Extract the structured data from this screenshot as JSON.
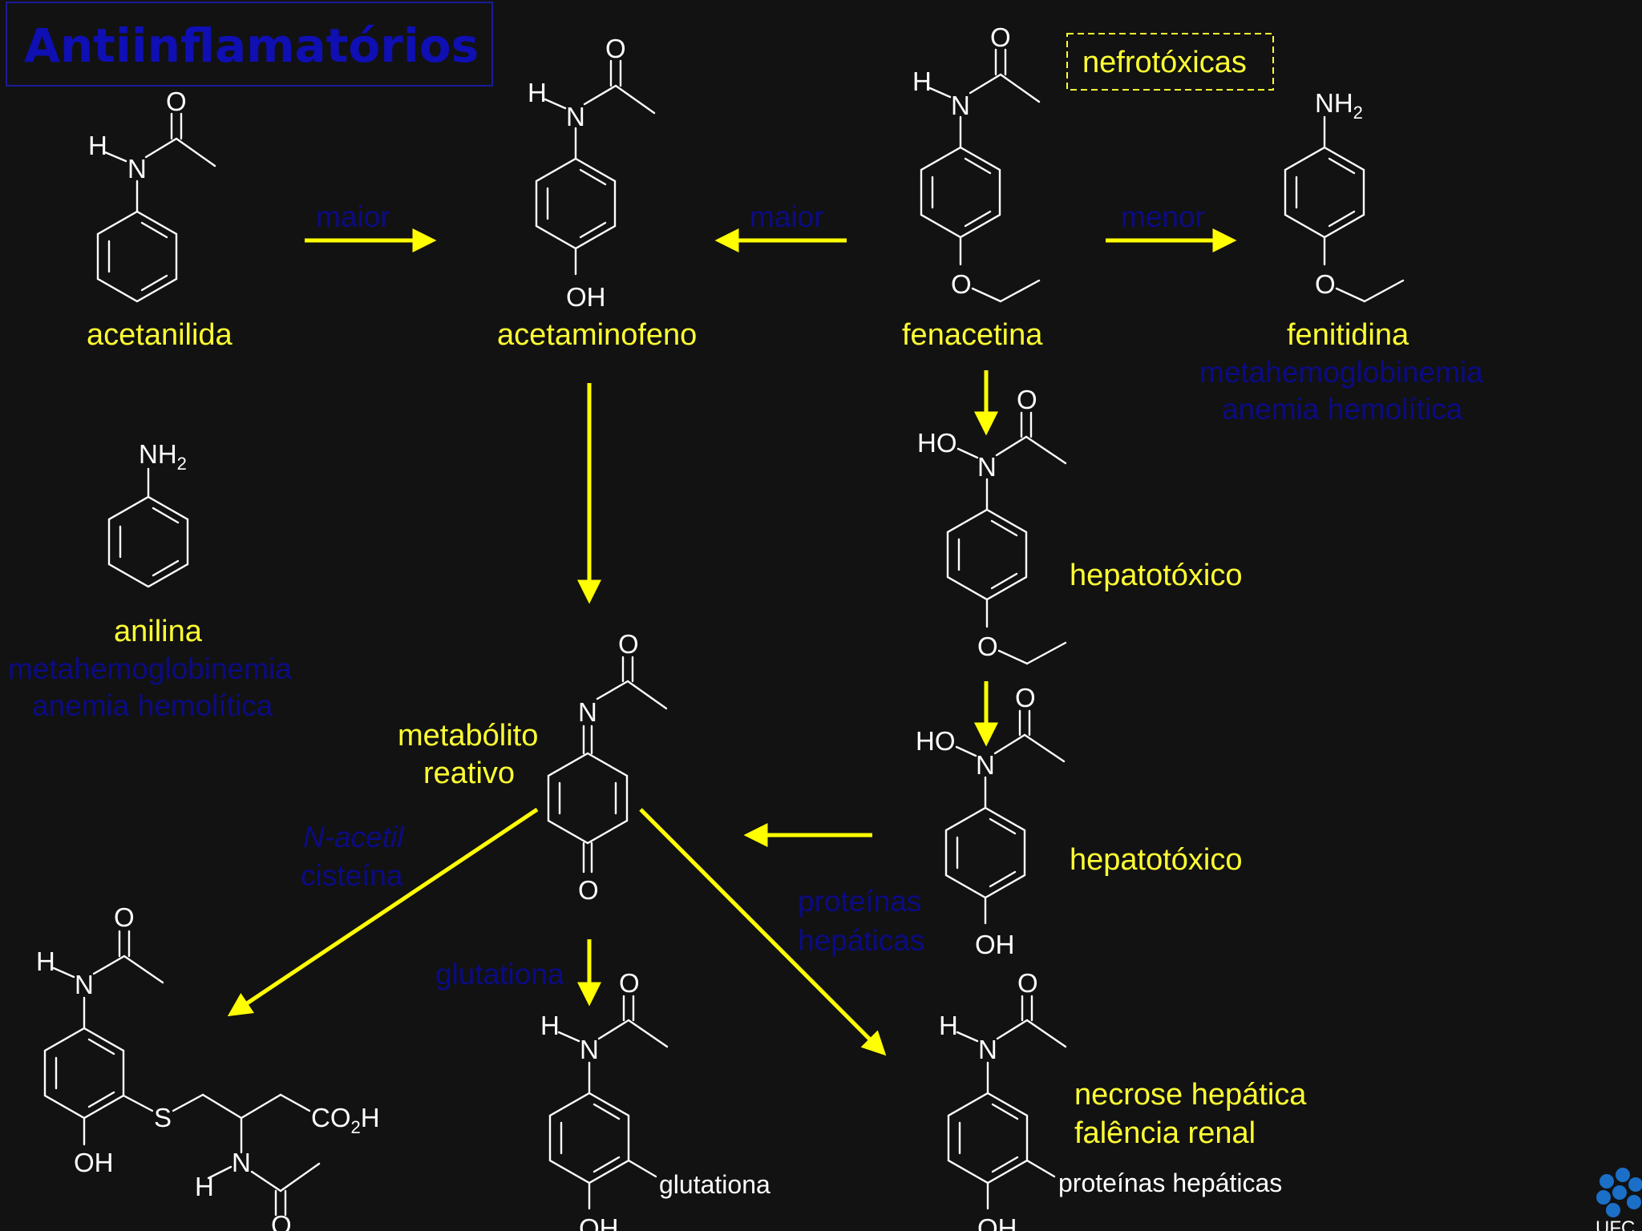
{
  "slide": {
    "title": "Antiinflamatórios",
    "nefro_box": "nefrotóxicas",
    "logo_text": "UFC"
  },
  "compounds": {
    "acetanilida": "acetanilida",
    "acetaminofeno": "acetaminofeno",
    "fenacetina": "fenacetina",
    "fenitidina": "fenitidina",
    "fenitidina_effects": [
      "metahemoglobinemia",
      "anemia hemolítica"
    ],
    "anilina": "anilina",
    "anilina_effects": [
      "metahemoglobinemia",
      "anemia hemolítica"
    ],
    "metabolito": [
      "metabólito",
      "reativo"
    ],
    "hepatotoxico_1": "hepatotóxico",
    "hepatotoxico_2": "hepatotóxico",
    "necrose": [
      "necrose hepática",
      "falência renal"
    ]
  },
  "arrows": {
    "maior_1": "maior",
    "maior_2": "maior",
    "menor": "menor",
    "nacetil": [
      "N-acetil",
      "cisteína"
    ],
    "proteinas": [
      "proteínas",
      "hepáticas"
    ],
    "glutationa": "glutationa"
  },
  "conjugates": {
    "glutationa_label": "glutationa",
    "proteinas_label": "proteínas hepáticas"
  },
  "atoms": {
    "O": "O",
    "H": "H",
    "N": "N",
    "OH": "OH",
    "HO": "HO",
    "S": "S",
    "NH": "NH",
    "two": "2",
    "CO": "CO",
    "CO2H_H": "H"
  },
  "colors": {
    "background": "#121212",
    "yellow_text": "#ffff33",
    "blue_text": "#0b0b85",
    "arrow": "#ffff00",
    "title": "#0f0fb4"
  }
}
